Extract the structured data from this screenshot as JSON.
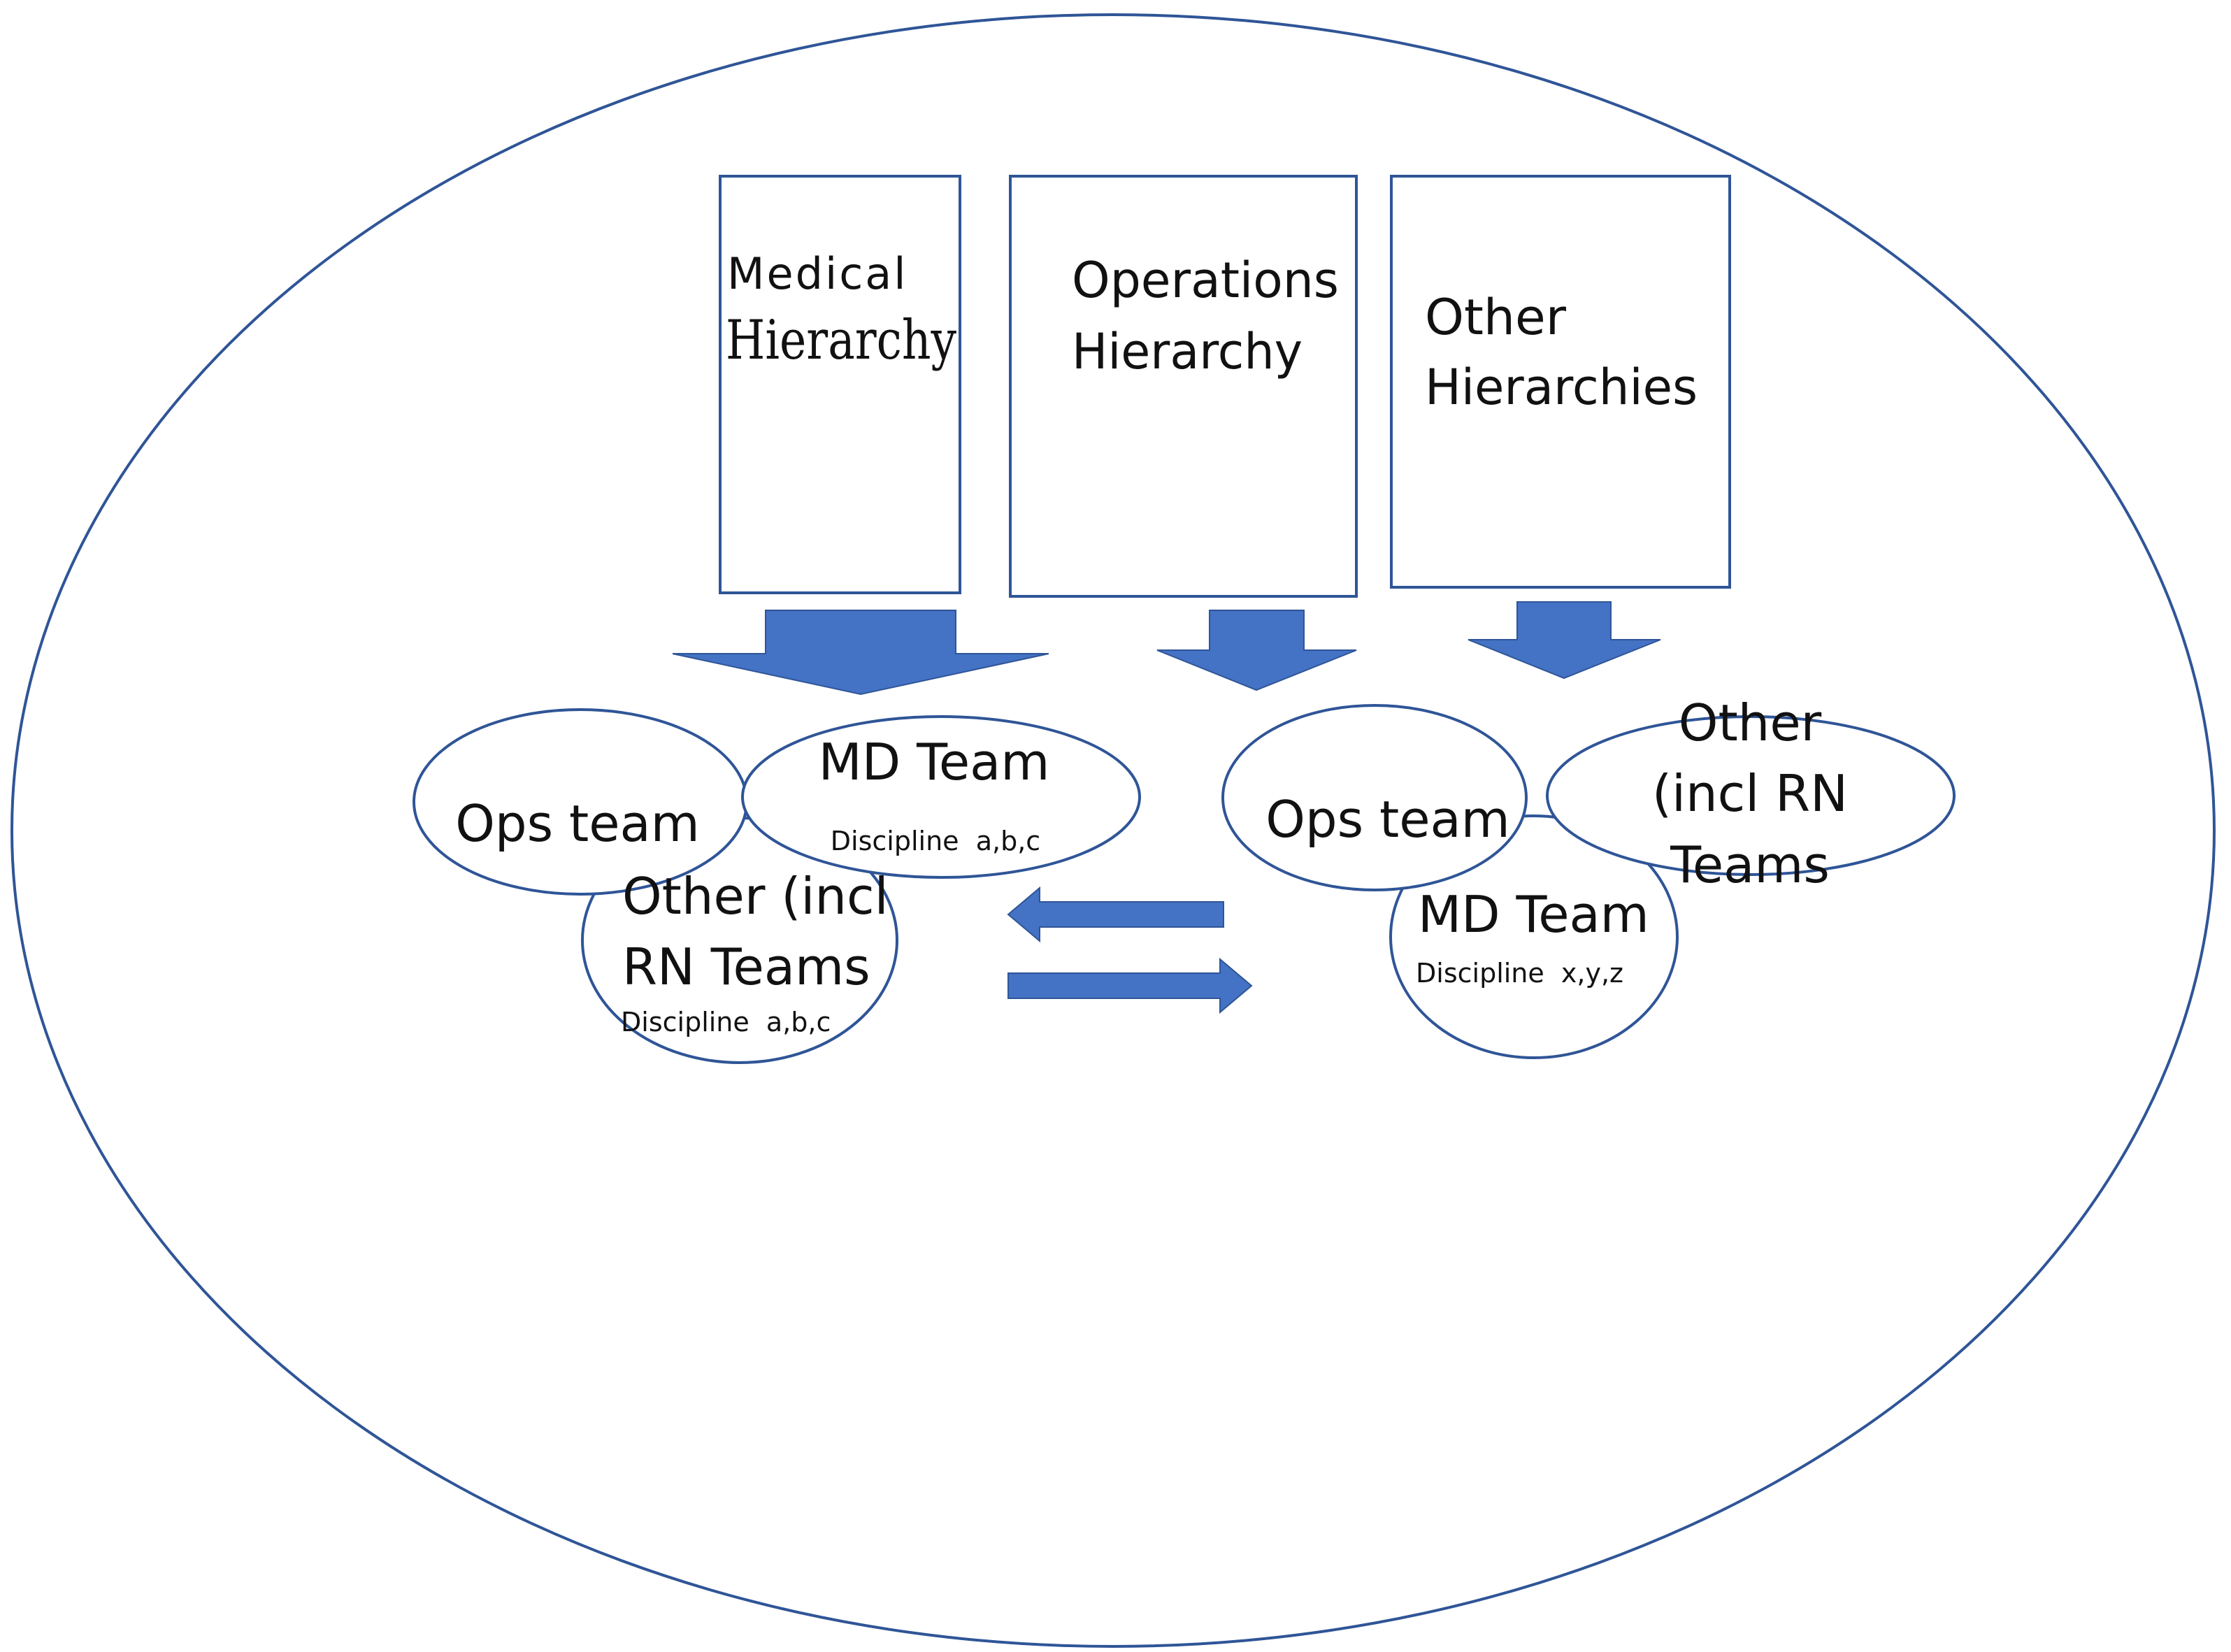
{
  "hierarchies": {
    "medical": {
      "line1": "Medical",
      "line2": "Hierarchy"
    },
    "operations": {
      "line1": "Operations",
      "line2": "Hierarchy"
    },
    "other": {
      "line1": "Other",
      "line2": "Hierarchies"
    }
  },
  "team_left": {
    "ops": "Ops team",
    "md": "MD Team",
    "md_discipline": "Discipline  a,b,c",
    "other_line1": "Other (incl",
    "other_line2": "RN Teams",
    "other_discipline": "Discipline  a,b,c"
  },
  "team_right": {
    "ops": "Ops team",
    "other_line1": "Other",
    "other_line2": "(incl RN",
    "other_line3": "Teams",
    "md": "MD Team",
    "md_discipline": "Discipline  x,y,z"
  },
  "colors": {
    "outline": "#2F5597",
    "arrow_fill": "#4472C4"
  }
}
